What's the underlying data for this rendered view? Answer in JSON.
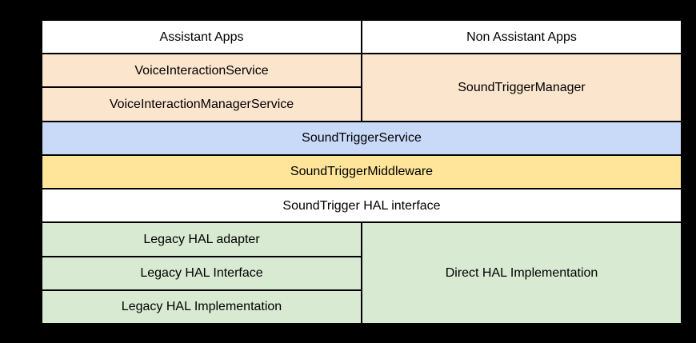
{
  "colors": {
    "page_background": "#000000",
    "divider": "#000000",
    "text": "#000000",
    "apps_layer": "#ffffff",
    "framework_layer": "#fce5cd",
    "service_layer": "#c9daf8",
    "middleware_layer": "#ffe599",
    "hal_interface_layer": "#ffffff",
    "hal_impl_layer": "#d9ead3"
  },
  "stack": {
    "assistant_apps": {
      "label": "Assistant Apps",
      "bg": "#ffffff"
    },
    "non_assistant_apps": {
      "label": "Non Assistant Apps",
      "bg": "#ffffff"
    },
    "voice_interaction_service": {
      "label": "VoiceInteractionService",
      "bg": "#fce5cd"
    },
    "sound_trigger_manager": {
      "label": "SoundTriggerManager",
      "bg": "#fce5cd"
    },
    "voice_interaction_manager_service": {
      "label": "VoiceInteractionManagerService",
      "bg": "#fce5cd"
    },
    "sound_trigger_service": {
      "label": "SoundTriggerService",
      "bg": "#c9daf8"
    },
    "sound_trigger_middleware": {
      "label": "SoundTriggerMiddleware",
      "bg": "#ffe599"
    },
    "sound_trigger_hal_interface": {
      "label": "SoundTrigger HAL interface",
      "bg": "#ffffff"
    },
    "legacy_hal_adapter": {
      "label": "Legacy HAL adapter",
      "bg": "#d9ead3"
    },
    "direct_hal_implementation": {
      "label": "Direct HAL Implementation",
      "bg": "#d9ead3"
    },
    "legacy_hal_interface": {
      "label": "Legacy HAL Interface",
      "bg": "#d9ead3"
    },
    "legacy_hal_implementation": {
      "label": "Legacy HAL Implementation",
      "bg": "#d9ead3"
    }
  }
}
